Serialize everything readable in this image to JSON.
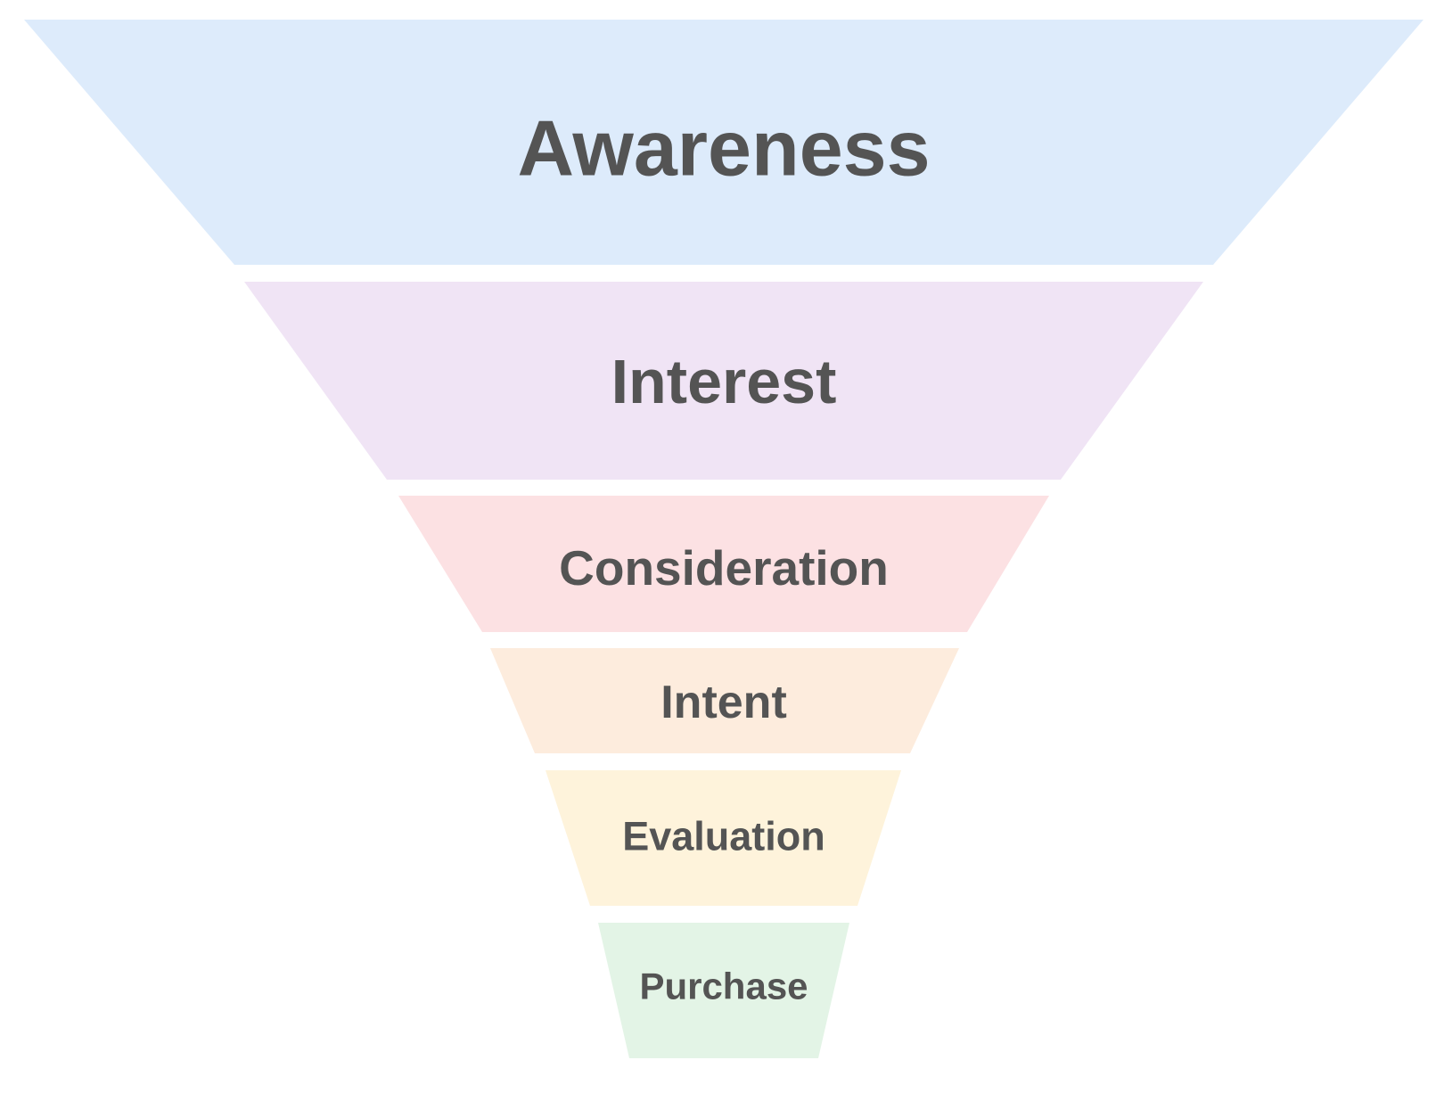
{
  "funnel": {
    "text_color": "#545454",
    "stages": [
      {
        "label": "Awareness",
        "color": "#DDEBFB"
      },
      {
        "label": "Interest",
        "color": "#F0E4F5"
      },
      {
        "label": "Consideration",
        "color": "#FCE1E3"
      },
      {
        "label": "Intent",
        "color": "#FDECDD"
      },
      {
        "label": "Evaluation",
        "color": "#FEF3DB"
      },
      {
        "label": "Purchase",
        "color": "#E3F4E6"
      }
    ]
  }
}
